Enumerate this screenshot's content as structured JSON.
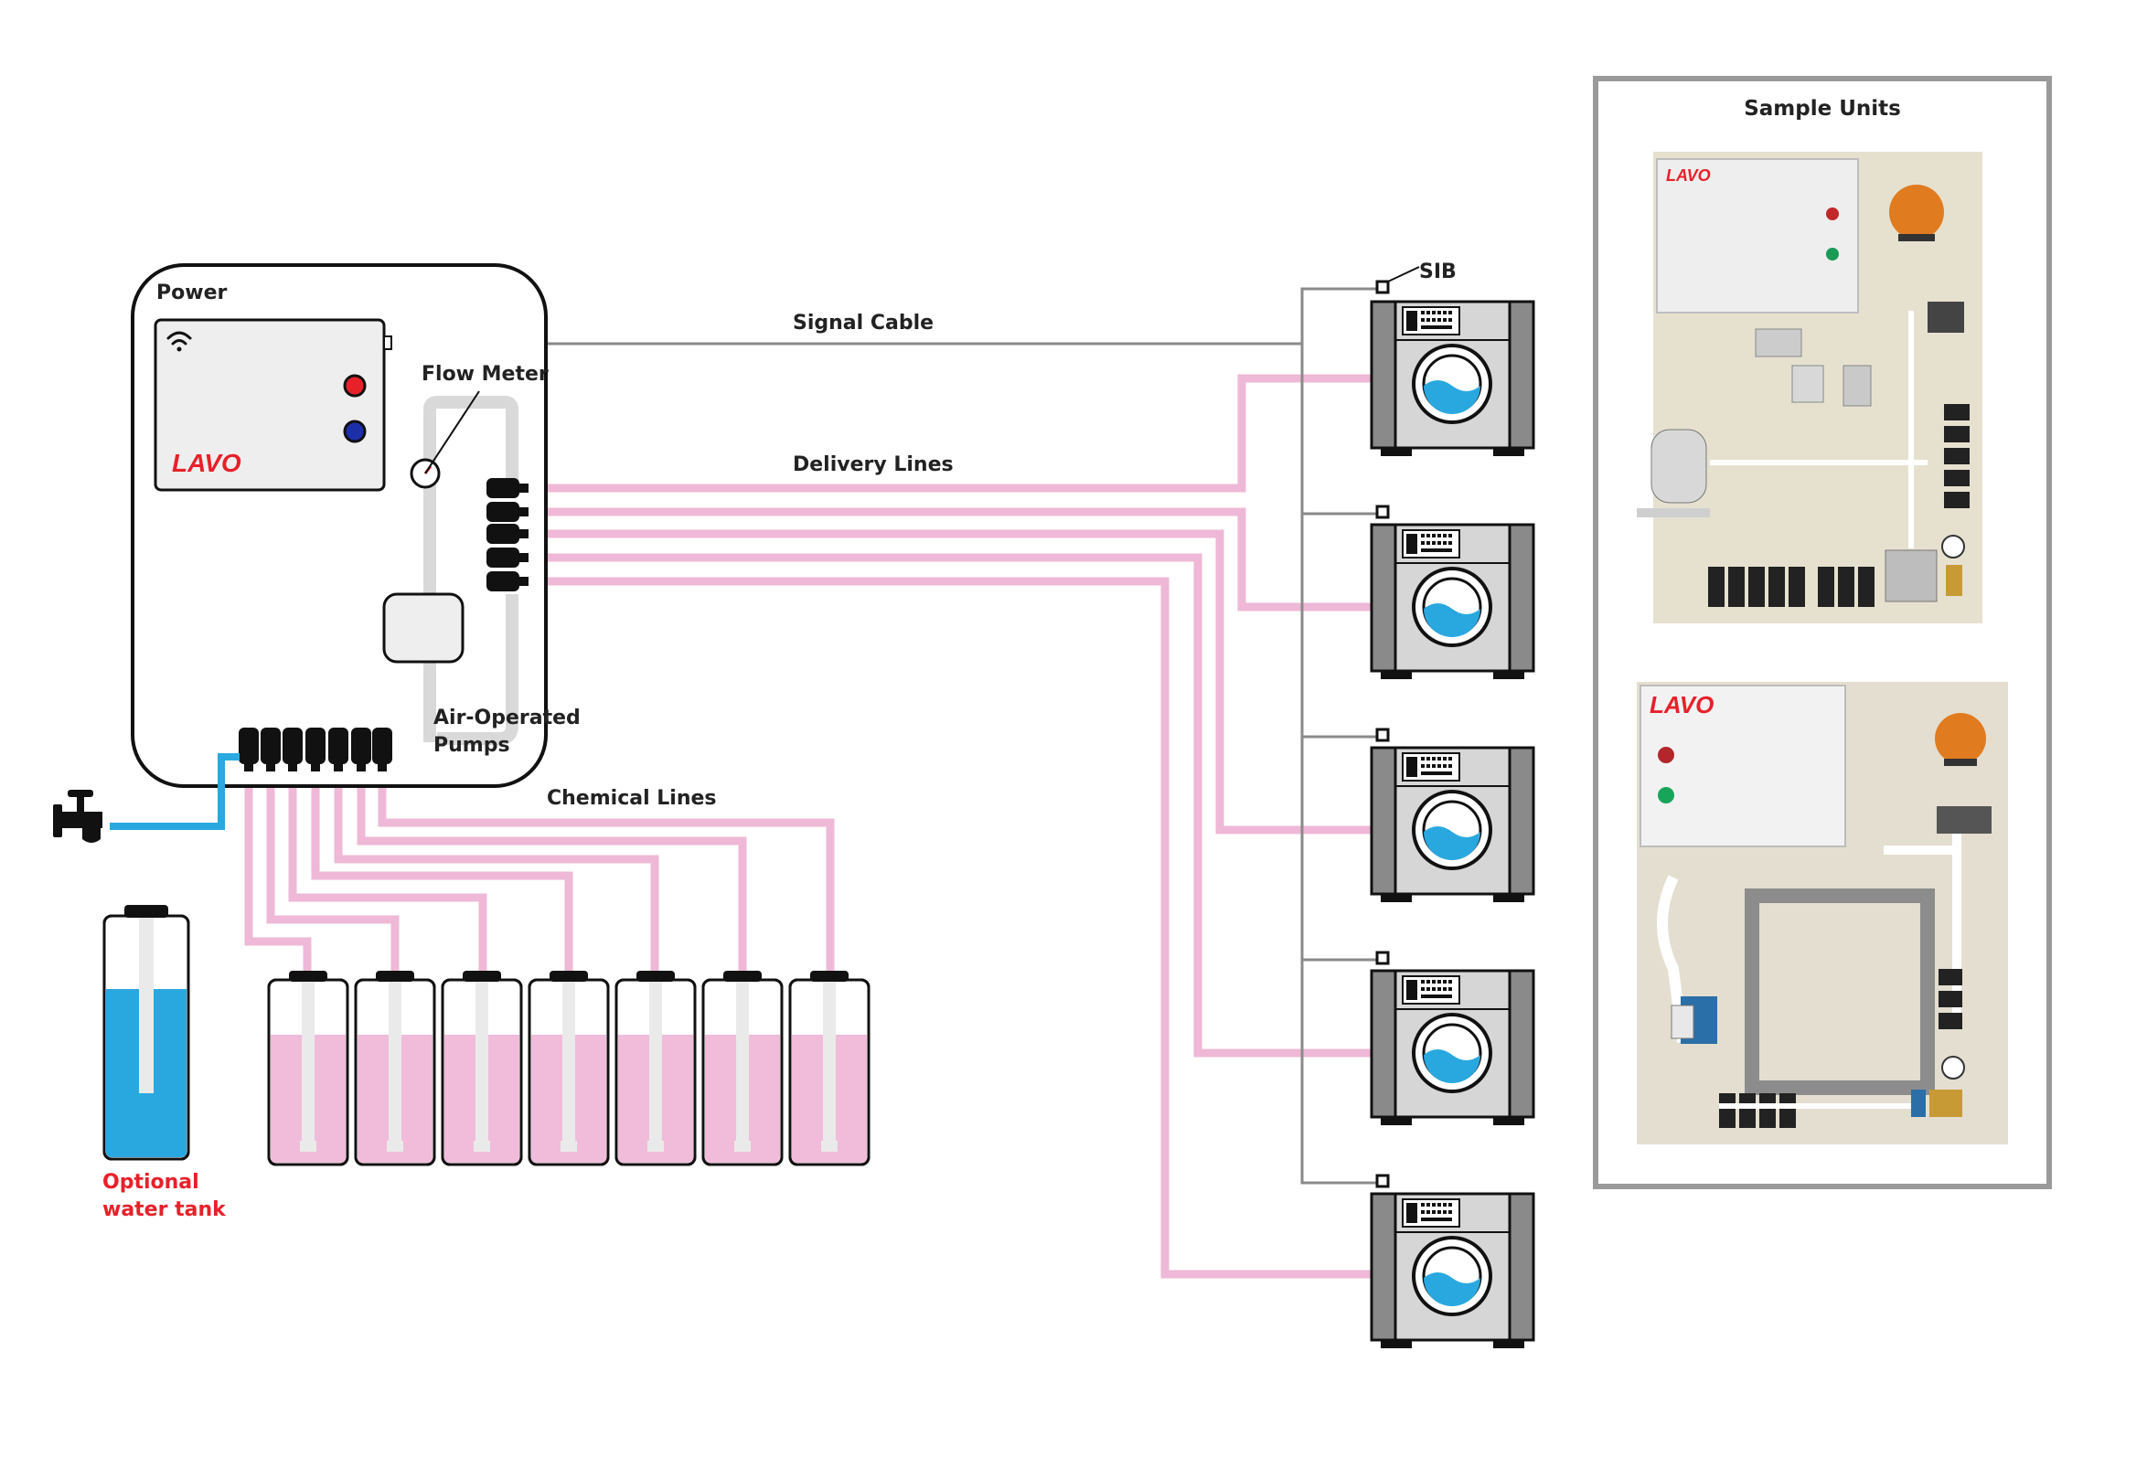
{
  "labels": {
    "power": "Power",
    "flow_meter": "Flow Meter",
    "signal_cable": "Signal Cable",
    "delivery_lines": "Delivery Lines",
    "sib": "SIB",
    "air_pumps_line1": "Air-Operated",
    "air_pumps_line2": "Pumps",
    "chemical_lines": "Chemical Lines",
    "optional_tank_line1": "Optional",
    "optional_tank_line2": "water tank",
    "sample_units": "Sample Units"
  },
  "logo": {
    "text": "LAVO"
  },
  "colors": {
    "pink_line": "#eeb8d6",
    "blue_line": "#2aa8e0",
    "dark": "#111111",
    "machine_body": "#d3d3d3",
    "machine_side": "#8a8a8a",
    "water": "#29a8e0",
    "chemical": "#f0bcd9",
    "red_label": "#e8202a",
    "panel_border": "#9a9a9a"
  },
  "icons": [
    "wifi-icon",
    "faucet-icon",
    "flow-meter-icon"
  ]
}
